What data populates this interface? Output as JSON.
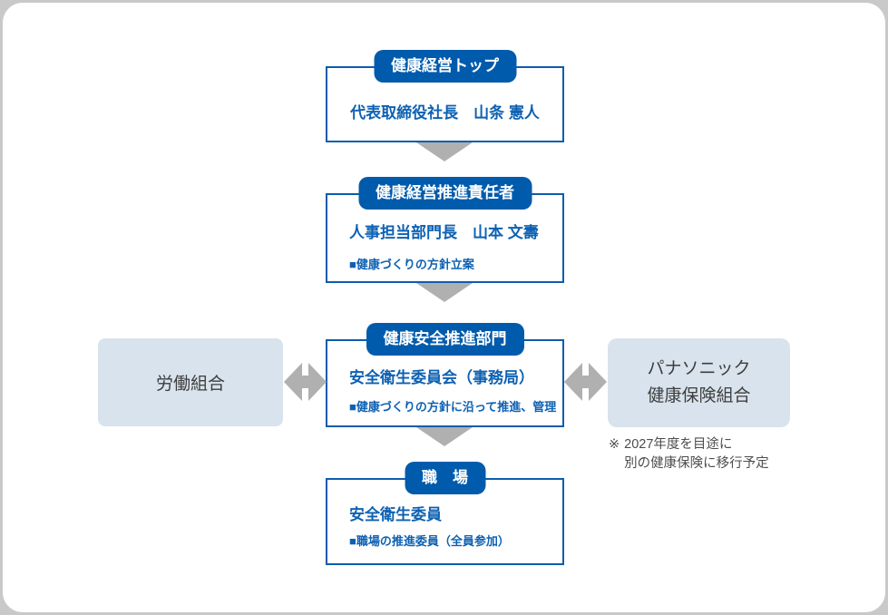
{
  "colors": {
    "brand_blue": "#005bac",
    "node_border_blue": "#0e5cad",
    "node_text_blue": "#0e61b2",
    "side_box_bg": "#d9e3ed",
    "side_box_text": "#3d3d3d",
    "arrow_gray": "#b0b0b0",
    "note_text": "#4d4d4d",
    "card_edge_gray": "#c9c9c9"
  },
  "org_chart": {
    "nodes": [
      {
        "label": "健康経営トップ",
        "title": "代表取締役社長　山条 憲人"
      },
      {
        "label": "健康経営推進責任者",
        "title": "人事担当部門長　山本 文壽",
        "bullet": "■健康づくりの方針立案"
      },
      {
        "label": "健康安全推進部門",
        "title": "安全衛生委員会（事務局）",
        "bullet": "■健康づくりの方針に沿って推進、管理"
      },
      {
        "label": "職　場",
        "title": "安全衛生委員",
        "bullet": "■職場の推進委員（全員参加）"
      }
    ],
    "left_node": {
      "title": "労働組合"
    },
    "right_node": {
      "line1": "パナソニック",
      "line2": "健康保険組合"
    },
    "note": {
      "marker": "※",
      "line1": "2027年度を目途に",
      "line2": "別の健康保険に移行予定"
    }
  }
}
